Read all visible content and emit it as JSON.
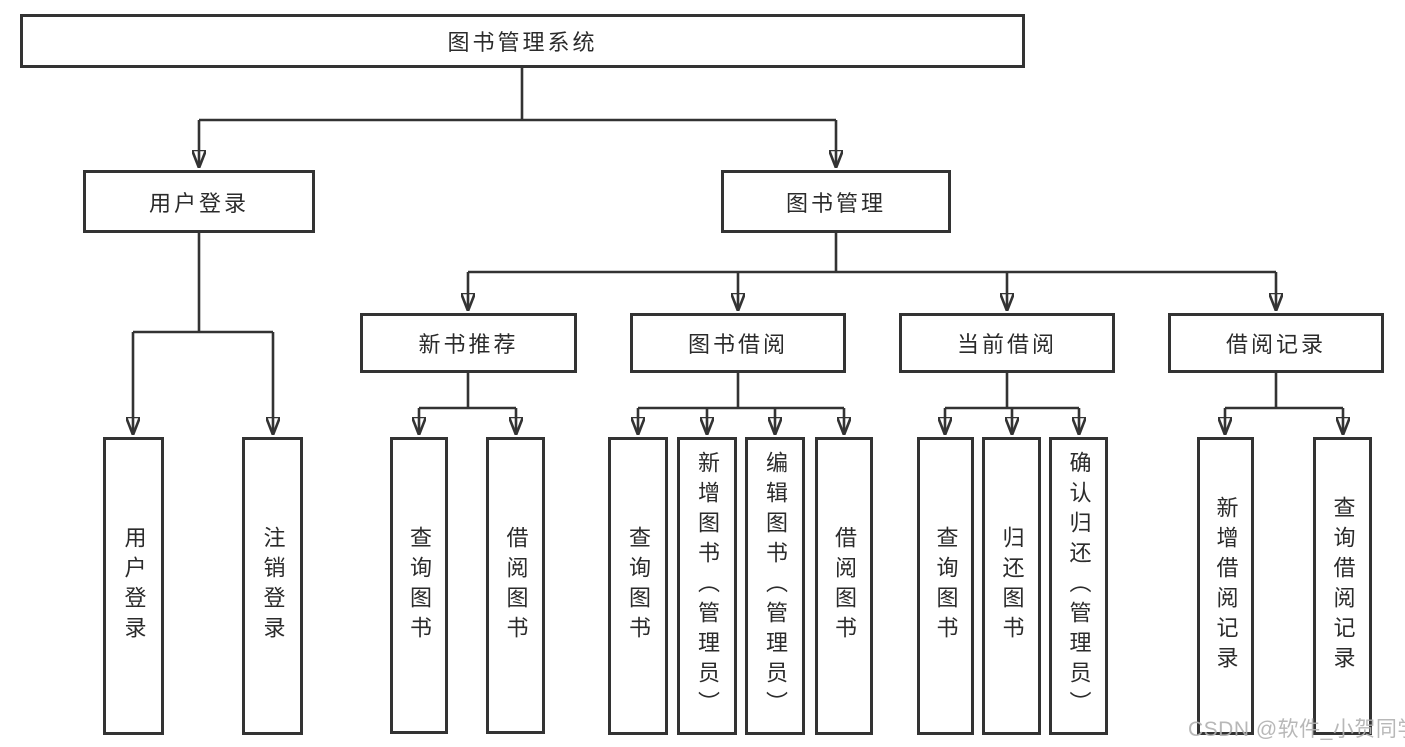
{
  "diagram": {
    "title": "图书管理系统",
    "level2": {
      "user_login": "用户登录",
      "book_management": "图书管理"
    },
    "user_login_children": [
      "用户登录",
      "注销登录"
    ],
    "sections": [
      {
        "label": "新书推荐",
        "children": [
          "查询图书",
          "借阅图书"
        ]
      },
      {
        "label": "图书借阅",
        "children": [
          "查询图书",
          "新增图书（管理员）",
          "编辑图书（管理员）",
          "借阅图书"
        ]
      },
      {
        "label": "当前借阅",
        "children": [
          "查询图书",
          "归还图书",
          "确认归还（管理员）"
        ]
      },
      {
        "label": "借阅记录",
        "children": [
          "新增借阅记录",
          "查询借阅记录"
        ]
      }
    ]
  },
  "watermark": "CSDN @软件_小贺同学",
  "colors": {
    "line": "#333333",
    "box_border": "#333333",
    "box_background": "#ffffff",
    "text": "#2b2b2b",
    "watermark": "#b2b2b2",
    "page_background": "#ffffff"
  }
}
